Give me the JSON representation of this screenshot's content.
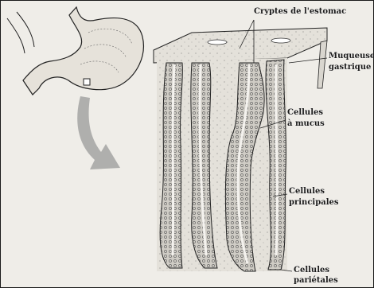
{
  "labels": {
    "cryptes": "Cryptes de l'estomac",
    "muqueuse_l1": "Muqueuse",
    "muqueuse_l2": "gastrique",
    "mucus_l1": "Cellules",
    "mucus_l2": "à mucus",
    "principales_l1": "Cellules",
    "principales_l2": "principales",
    "parietales_l1": "Cellules",
    "parietales_l2": "pariétales"
  },
  "colors": {
    "background": "#efede8",
    "outline": "#222222",
    "stomach_fill": "#e6e2da",
    "tissue_fill": "#d9d6cf",
    "arrow": "#9a9a9a",
    "cell": "#6f6f6f"
  },
  "icons": {
    "stomach": "stomach-illustration",
    "arrow": "curved-arrow",
    "gland": "gastric-gland-illustration"
  }
}
